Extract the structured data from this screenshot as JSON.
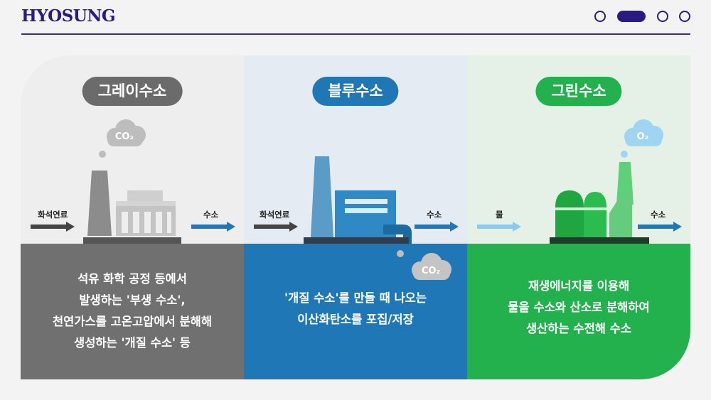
{
  "header": {
    "logo": "HYOSUNG",
    "pages": [
      {
        "active": false
      },
      {
        "active": true
      },
      {
        "active": false
      },
      {
        "active": false
      }
    ]
  },
  "columns": [
    {
      "key": "gray",
      "title": "그레이수소",
      "input_label": "화석연료",
      "output_label": "수소",
      "gas_label": "CO₂",
      "description": [
        "석유 화학 공정 등에서",
        "발생하는 '부생 수소',",
        "천연가스를 고온고압에서 분해해",
        "생성하는 '개질 수소' 등"
      ]
    },
    {
      "key": "blue",
      "title": "블루수소",
      "input_label": "화석연료",
      "output_label": "수소",
      "gas_label": "CO₂",
      "description": [
        "'개질 수소'를 만들 때 나오는",
        "이산화탄소를 포집/저장"
      ]
    },
    {
      "key": "green",
      "title": "그린수소",
      "input_label": "물",
      "output_label": "수소",
      "gas_label": "O₂",
      "description": [
        "재생에너지를 이용해",
        "물을 수소와 산소로 분해하여",
        "생산하는 수전해 수소"
      ]
    }
  ],
  "colors": {
    "brand": "#2a1a84",
    "gray": "#707070",
    "blue": "#1f78b5",
    "green": "#22b14c"
  }
}
